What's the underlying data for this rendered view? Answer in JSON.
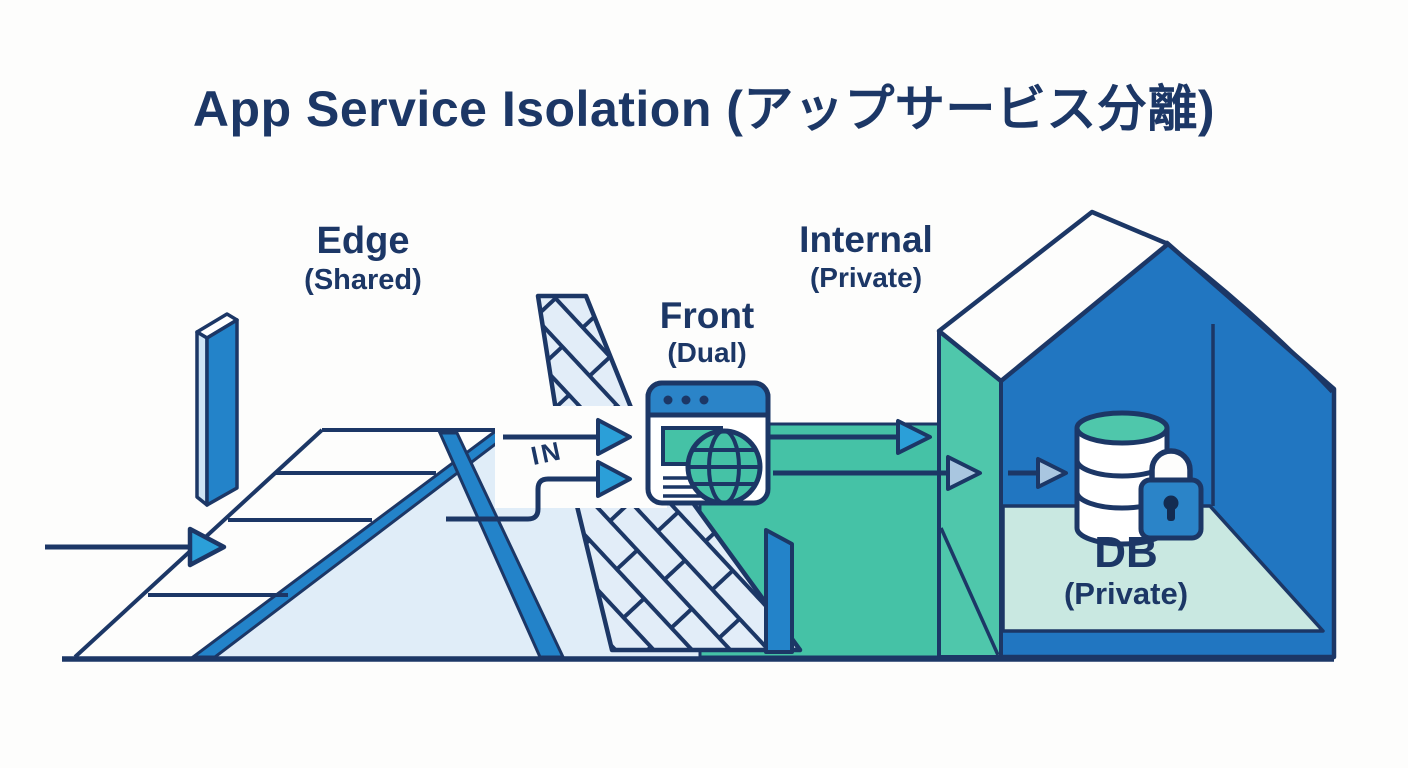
{
  "title": "App Service Isolation (アップサービス分離)",
  "zones": {
    "edge": {
      "name": "Edge",
      "qualifier": "(Shared)"
    },
    "front": {
      "name": "Front",
      "qualifier": "(Dual)"
    },
    "internal": {
      "name": "Internal",
      "qualifier": "(Private)"
    },
    "db": {
      "name": "DB",
      "qualifier": "(Private)"
    }
  },
  "labels": {
    "ingress": "IN"
  },
  "colors": {
    "outline_navy": "#1c3766",
    "primary_blue": "#2383c9",
    "titlebar_blue": "#2b84c8",
    "teal_green": "#45c2a6",
    "house_wall_teal": "#4fc7ab",
    "road_pale_blue": "#e0edf8",
    "brick_light_blue": "#e2edf8",
    "floor_mint": "#c9e8e1",
    "arrowhead_blue": "#2b9fd8",
    "arrowhead_pale": "#a9c6e0",
    "background": "#fdfdfc"
  },
  "icons": [
    "barrier-slab-icon",
    "firewall-brick-wall-icon",
    "browser-window-icon",
    "globe-icon",
    "database-icon",
    "padlock-icon",
    "arrow-icon",
    "house-icon"
  ]
}
